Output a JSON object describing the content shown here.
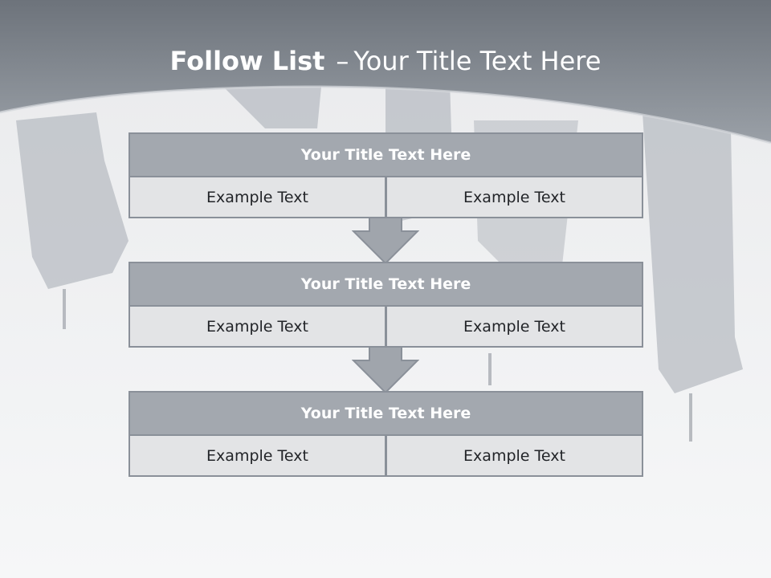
{
  "header": {
    "title_bold": "Follow List",
    "title_sep": "–",
    "title_rest": "Your Title Text Here"
  },
  "steps": [
    {
      "title": "Your Title Text Here",
      "left": "Example Text",
      "right": "Example Text"
    },
    {
      "title": "Your Title Text Here",
      "left": "Example Text",
      "right": "Example Text"
    },
    {
      "title": "Your Title Text Here",
      "left": "Example Text",
      "right": "Example Text"
    }
  ],
  "colors": {
    "header_band": "#7e848c",
    "box_fill": "#a3a8af",
    "box_border": "#8a9099",
    "cell_fill": "#e3e4e6",
    "arrow": "#a0a5ac"
  }
}
